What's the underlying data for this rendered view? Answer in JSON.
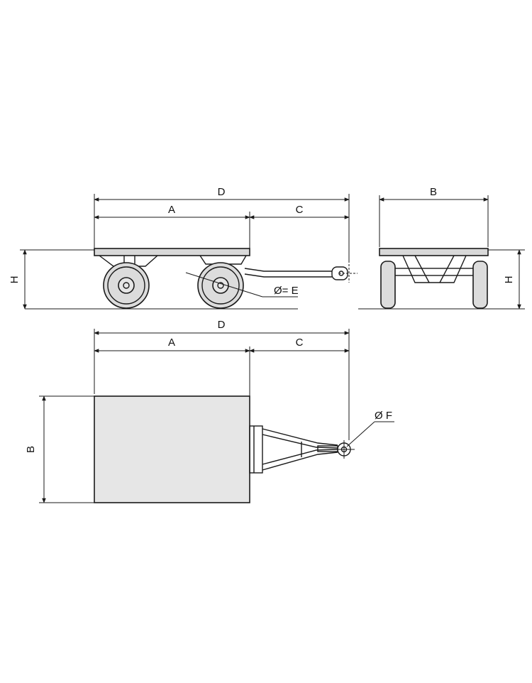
{
  "labels": {
    "side_view": {
      "d": "D",
      "a": "A",
      "c": "C",
      "h": "H",
      "e": "Ø= E"
    },
    "front_view": {
      "b": "B",
      "h": "H"
    },
    "top_view": {
      "d": "D",
      "a": "A",
      "c": "C",
      "b": "B",
      "f": "Ø F"
    }
  },
  "colors": {
    "line": "#1a1a1a",
    "fill": "#e6e6e6",
    "background": "#ffffff"
  }
}
